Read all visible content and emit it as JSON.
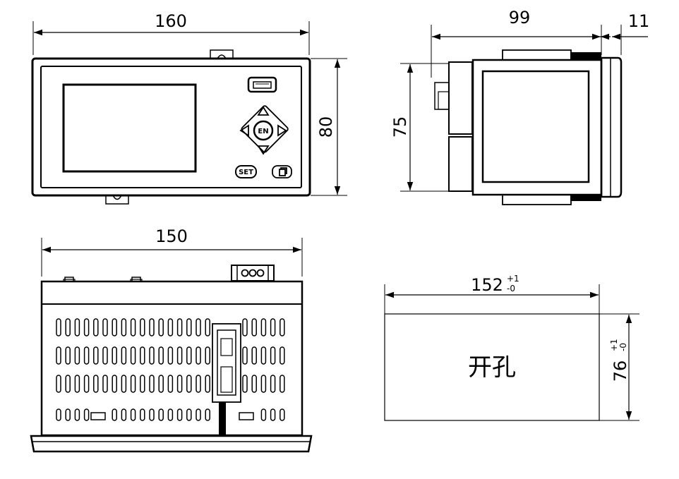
{
  "front_view": {
    "width_label": "160",
    "height_label": "80",
    "buttons": {
      "center": "EN",
      "set": "SET"
    }
  },
  "side_view": {
    "depth_label": "99",
    "bezel_label": "11",
    "height_label": "75"
  },
  "bottom_view": {
    "width_label": "150"
  },
  "cutout": {
    "width_label": "152",
    "width_tol_plus": "+1",
    "width_tol_minus": "-0",
    "height_label": "76",
    "height_tol_plus": "+1",
    "height_tol_minus": "-0",
    "text": "开孔"
  }
}
